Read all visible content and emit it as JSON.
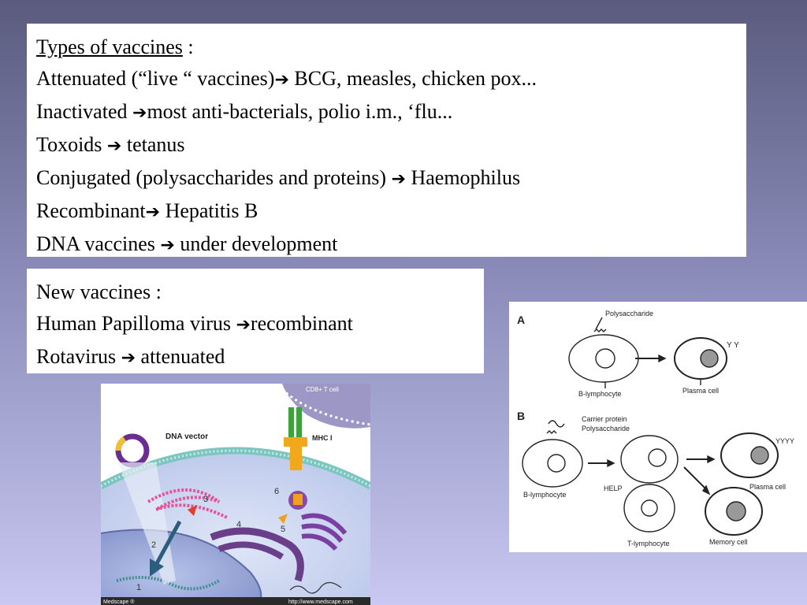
{
  "types_box": {
    "heading": "Types of vaccines",
    "heading_suffix": " :",
    "lines": [
      {
        "left": "Attenuated (“live “ vaccines)",
        "right": " BCG, measles, chicken pox..."
      },
      {
        "left": "Inactivated ",
        "right": "most anti-bacterials, polio i.m., ‘flu..."
      },
      {
        "left": "Toxoids ",
        "right": " tetanus"
      },
      {
        "left": "Conjugated (polysaccharides and proteins) ",
        "right": " Haemophilus"
      },
      {
        "left": "Recombinant",
        "right": " Hepatitis B"
      },
      {
        "left": "DNA vaccines ",
        "right": " under development"
      }
    ],
    "arrow_glyph": "➔"
  },
  "new_box": {
    "heading": "New vaccines :",
    "lines": [
      {
        "left": "Human Papilloma virus ",
        "right": "recombinant"
      },
      {
        "left": "Rotavirus ",
        "right": " attenuated"
      }
    ]
  },
  "dna_figure": {
    "label_cd8": "CD8+ T cell",
    "label_vector": "DNA vector",
    "label_mhc": "MHC I",
    "steps": [
      "1",
      "2",
      "3",
      "4",
      "5",
      "6"
    ],
    "footer_left": "Medscape ®",
    "footer_right": "http://www.medscape.com"
  },
  "bcell_figure": {
    "panel_a": "A",
    "panel_b": "B",
    "a_polysaccharide": "Polysaccharide",
    "a_blymph": "B-lymphocyte",
    "a_plasma": "Plasma cell",
    "b_carrier": "Carrier protein",
    "b_polysaccharide": "Polysaccharide",
    "b_blymph": "B-lymphocyte",
    "b_help": "HELP",
    "b_plasma": "Plasma cell",
    "b_tlymph": "T-lymphocyte",
    "b_memory": "Memory cell"
  },
  "colors": {
    "bg_top": "#5a5b7e",
    "bg_bottom": "#c8c8f2",
    "cell_membrane": "#8fd0c8",
    "nucleus": "#9aa8d8",
    "er": "#6a3f8a"
  }
}
